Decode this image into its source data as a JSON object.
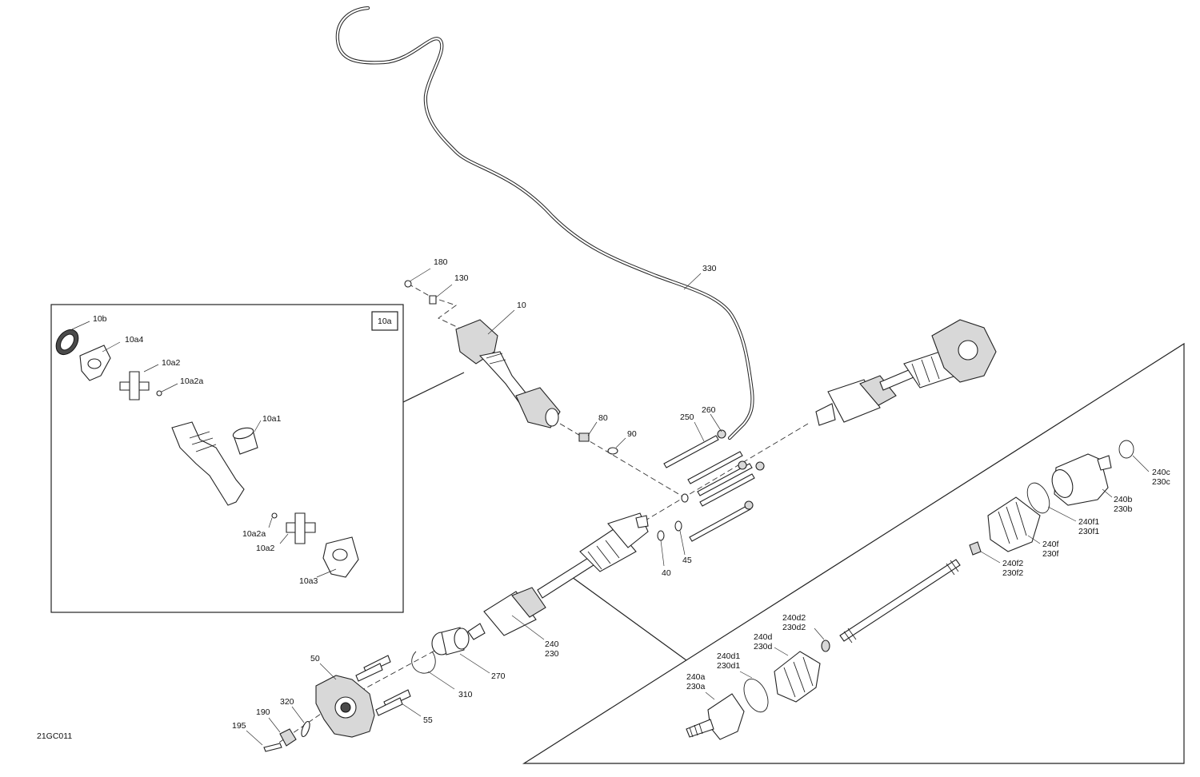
{
  "figure_id": "21GC011",
  "inset_tag": "10a",
  "callouts": {
    "c10b": "10b",
    "c10a4": "10a4",
    "c10a2_top": "10a2",
    "c10a2a_top": "10a2a",
    "c10a1": "10a1",
    "c10a2a_bottom": "10a2a",
    "c10a2_bottom": "10a2",
    "c10a3": "10a3",
    "c180": "180",
    "c130": "130",
    "c10": "10",
    "c330": "330",
    "c80": "80",
    "c90": "90",
    "c250": "250",
    "c260": "260",
    "c40": "40",
    "c45": "45",
    "c240": "240",
    "c230": "230",
    "c270": "270",
    "c310": "310",
    "c50": "50",
    "c55": "55",
    "c320": "320",
    "c190": "190",
    "c195": "195",
    "c240c": "240c",
    "c230c": "230c",
    "c240b": "240b",
    "c230b": "230b",
    "c240f1": "240f1",
    "c230f1": "230f1",
    "c240f": "240f",
    "c230f": "230f",
    "c240f2": "240f2",
    "c230f2": "230f2",
    "c240d2": "240d2",
    "c230d2": "230d2",
    "c240d": "240d",
    "c230d": "230d",
    "c240d1": "240d1",
    "c230d1": "230d1",
    "c240a": "240a",
    "c230a": "230a"
  }
}
